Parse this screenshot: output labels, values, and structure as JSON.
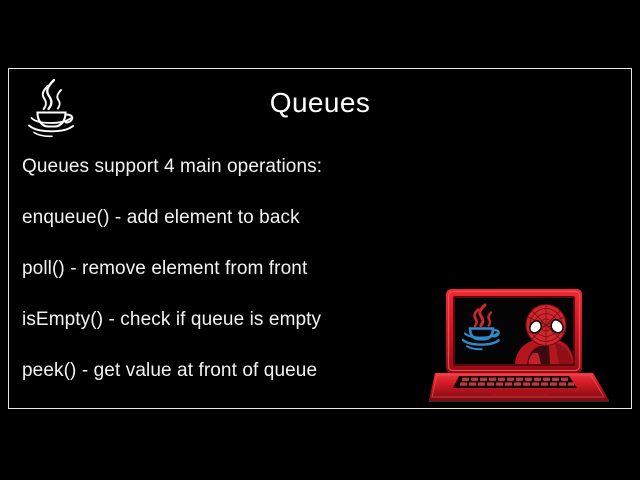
{
  "slide": {
    "title": "Queues",
    "logo_icon": "java-coffee-cup-icon",
    "body_lines": [
      "Queues support 4 main operations:",
      "enqueue() - add element to back",
      "poll() - remove element from front",
      "isEmpty() - check if queue is empty",
      "peek() - get value at front of queue"
    ],
    "illustration": {
      "name": "red-laptop-with-java-logo-and-spiderman",
      "screen_java_icon": "java-coffee-cup-icon",
      "screen_character_icon": "spiderman-icon"
    }
  },
  "colors": {
    "background": "#000000",
    "border": "#e8e8e8",
    "title_text": "#ffffff",
    "body_text": "#f3f3f3",
    "laptop_red_light": "#e8202a",
    "laptop_red": "#c8161f",
    "laptop_red_dark": "#8e0d14",
    "java_cup_blue": "#2f8ccc",
    "java_steam_red": "#d6262c",
    "spiderman_red": "#d1262c",
    "spiderman_dark": "#4a0f14",
    "screen_black": "#040404"
  }
}
